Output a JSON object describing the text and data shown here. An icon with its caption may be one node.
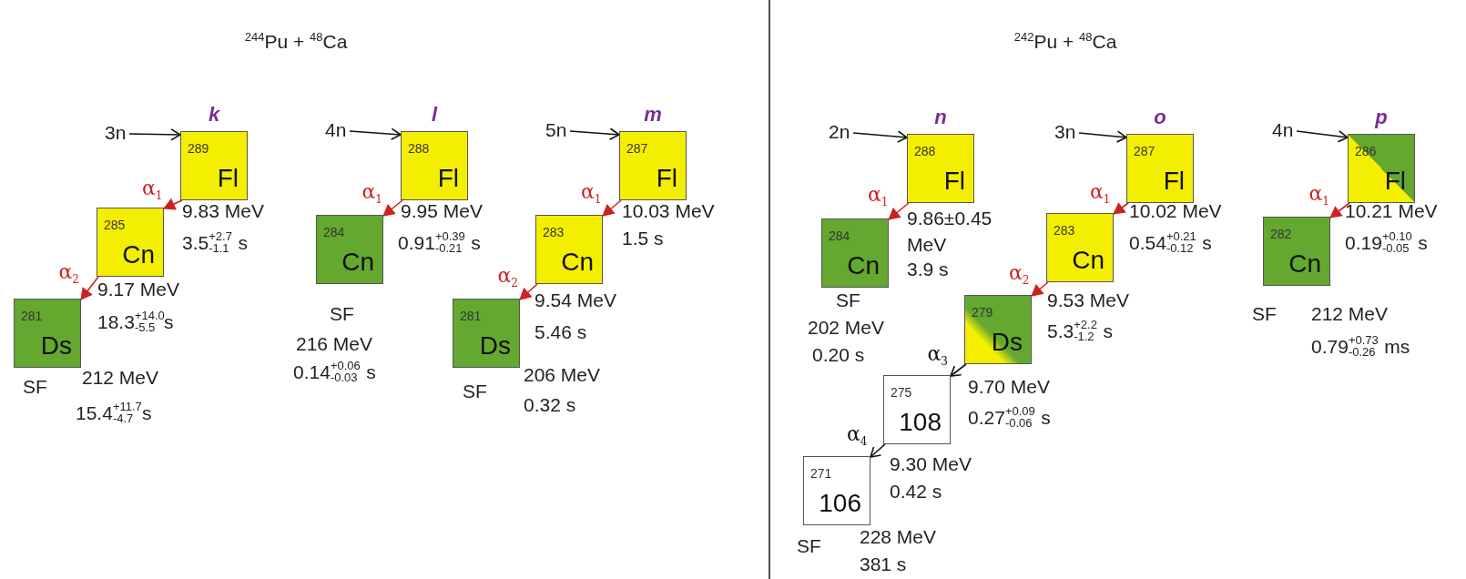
{
  "diagram": {
    "nodes": [
      {
        "text": [
          "3n"
        ]
      },
      {
        "text": [
          "289",
          "Fl"
        ],
        "beside": [
          "k",
          "9.83 MeV",
          "3.5$^{+2.7}$$_{-1.1}$ s"
        ]
      },
      {
        "text": [
          "285",
          "Cn"
        ],
        "beside": [
          "9.17 MeV",
          "18.3$^{+14.0}$$_{-5.5}$ s"
        ]
      },
      {
        "text": [
          "281",
          "Ds"
        ],
        "beside": [
          "SF",
          "212 MeV",
          "15.4$^{+11.7}$$_{-4.7}$ s"
        ]
      },
      {
        "text": [
          "4n"
        ]
      },
      {
        "text": [
          "288",
          "Fl"
        ],
        "beside": [
          "l",
          "9.95 MeV",
          "0.91$^{+0.39}$$_{-0.21}$ s"
        ]
      },
      {
        "text": [
          "284",
          "Cn"
        ],
        "beside": [
          "SF",
          "216 MeV",
          "0.14$^{+0.06}$$_{-0.03}$ s"
        ]
      },
      {
        "text": [
          "5n"
        ]
      },
      {
        "text": [
          "287",
          "Fl"
        ],
        "beside": [
          "m",
          "10.03 MeV",
          "1.5 s"
        ]
      },
      {
        "text": [
          "283",
          "Cn"
        ],
        "beside": [
          "9.54 MeV",
          "5.46 s"
        ]
      },
      {
        "text": [
          "281",
          "Ds"
        ],
        "beside": [
          "SF",
          "206 MeV",
          "0.32 s"
        ]
      },
      {
        "text": [
          "2n"
        ]
      },
      {
        "text": [
          "288",
          "Fl"
        ],
        "beside": [
          "n",
          "9.86±0.45 MeV",
          "3.9 s"
        ]
      },
      {
        "text": [
          "284",
          "Cn"
        ],
        "beside": [
          "SF",
          "202 MeV",
          "0.20 s"
        ]
      },
      {
        "text": [
          "3n"
        ]
      },
      {
        "text": [
          "287",
          "Fl"
        ],
        "beside": [
          "o",
          "10.02 MeV",
          "0.54$^{+0.21}$$_{-0.12}$ s"
        ]
      },
      {
        "text": [
          "283",
          "Cn"
        ],
        "beside": [
          "9.53 MeV",
          "5.3$^{+2.2}$$_{-1.2}$ s"
        ]
      },
      {
        "text": [
          "279",
          "Ds"
        ],
        "beside": [
          "9.70 MeV",
          "0.27$^{+0.09}$$_{-0.06}$ s"
        ]
      },
      {
        "text": [
          "275",
          "108"
        ],
        "beside": [
          "9.30 MeV",
          "0.42 s"
        ]
      },
      {
        "text": [
          "271",
          "106"
        ],
        "beside": [
          "SF",
          "228 MeV",
          "381 s"
        ]
      },
      {
        "text": [
          "4n"
        ]
      },
      {
        "text": [
          "286",
          "Fl"
        ],
        "beside": [
          "p",
          "10.21 MeV",
          "0.19$^{+0.10}$$_{-0.05}$ s"
        ]
      },
      {
        "text": [
          "282",
          "Cn"
        ],
        "beside": [
          "SF",
          "212 MeV",
          "0.79$^{+0.73}$$_{-0.26}$ ms"
        ]
      }
    ],
    "edges": [
      {
        "from": 0,
        "to": 1,
        "arrow": "to",
        "color": "#111111"
      },
      {
        "from": 1,
        "to": 2,
        "arrow": "to",
        "label": "α$_{1}$",
        "color": "#cc2222"
      },
      {
        "from": 2,
        "to": 3,
        "arrow": "to",
        "label": "α$_{2}$",
        "color": "#cc2222"
      },
      {
        "from": 4,
        "to": 5,
        "arrow": "to",
        "color": "#111111"
      },
      {
        "from": 5,
        "to": 6,
        "arrow": "to",
        "label": "α$_{1}$",
        "color": "#cc2222"
      },
      {
        "from": 7,
        "to": 8,
        "arrow": "to",
        "color": "#111111"
      },
      {
        "from": 8,
        "to": 9,
        "arrow": "to",
        "label": "α$_{1}$",
        "color": "#cc2222"
      },
      {
        "from": 9,
        "to": 10,
        "arrow": "to",
        "label": "α$_{2}$",
        "color": "#cc2222"
      },
      {
        "from": 11,
        "to": 12,
        "arrow": "to",
        "color": "#111111"
      },
      {
        "from": 12,
        "to": 13,
        "arrow": "to",
        "label": "α$_{1}$",
        "color": "#cc2222"
      },
      {
        "from": 14,
        "to": 15,
        "arrow": "to",
        "color": "#111111"
      },
      {
        "from": 15,
        "to": 16,
        "arrow": "to",
        "label": "α$_{1}$",
        "color": "#cc2222"
      },
      {
        "from": 16,
        "to": 17,
        "arrow": "to",
        "label": "α$_{2}$",
        "color": "#cc2222"
      },
      {
        "from": 17,
        "to": 18,
        "arrow": "to",
        "label": "α$_{3}$",
        "color": "#111111"
      },
      {
        "from": 18,
        "to": 19,
        "arrow": "to",
        "label": "α$_{4}$",
        "color": "#111111"
      },
      {
        "from": 20,
        "to": 21,
        "arrow": "to",
        "color": "#111111"
      },
      {
        "from": 21,
        "to": 22,
        "arrow": "to",
        "label": "α$_{1}$",
        "color": "#cc2222"
      }
    ],
    "labels": [
      "$^{244}$Pu + $^{48}$Ca",
      "$^{242}$Pu + $^{48}$Ca"
    ]
  }
}
